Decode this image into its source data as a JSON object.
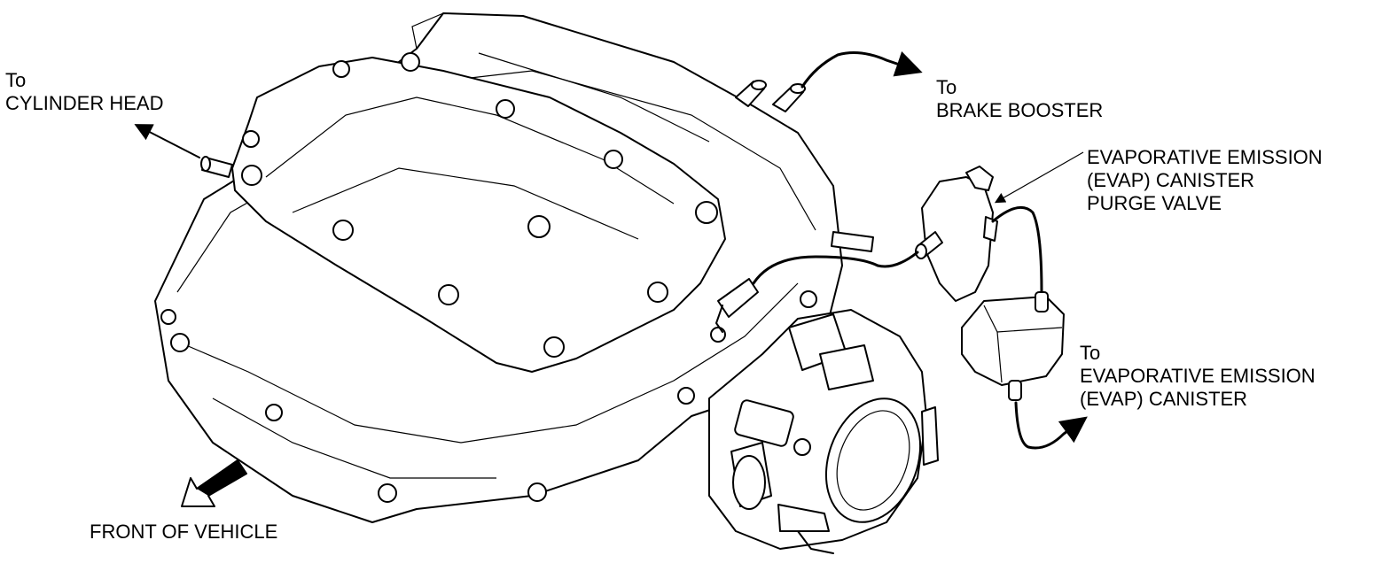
{
  "labels": {
    "cylinder_head": [
      "To",
      "CYLINDER HEAD"
    ],
    "brake_booster": [
      "To",
      "BRAKE BOOSTER"
    ],
    "purge_valve": [
      "EVAPORATIVE EMISSION",
      "(EVAP) CANISTER",
      "PURGE VALVE"
    ],
    "canister": [
      "To",
      "EVAPORATIVE EMISSION",
      "(EVAP) CANISTER"
    ],
    "front": "FRONT OF VEHICLE"
  },
  "colors": {
    "line": "#000000",
    "background": "#ffffff"
  }
}
